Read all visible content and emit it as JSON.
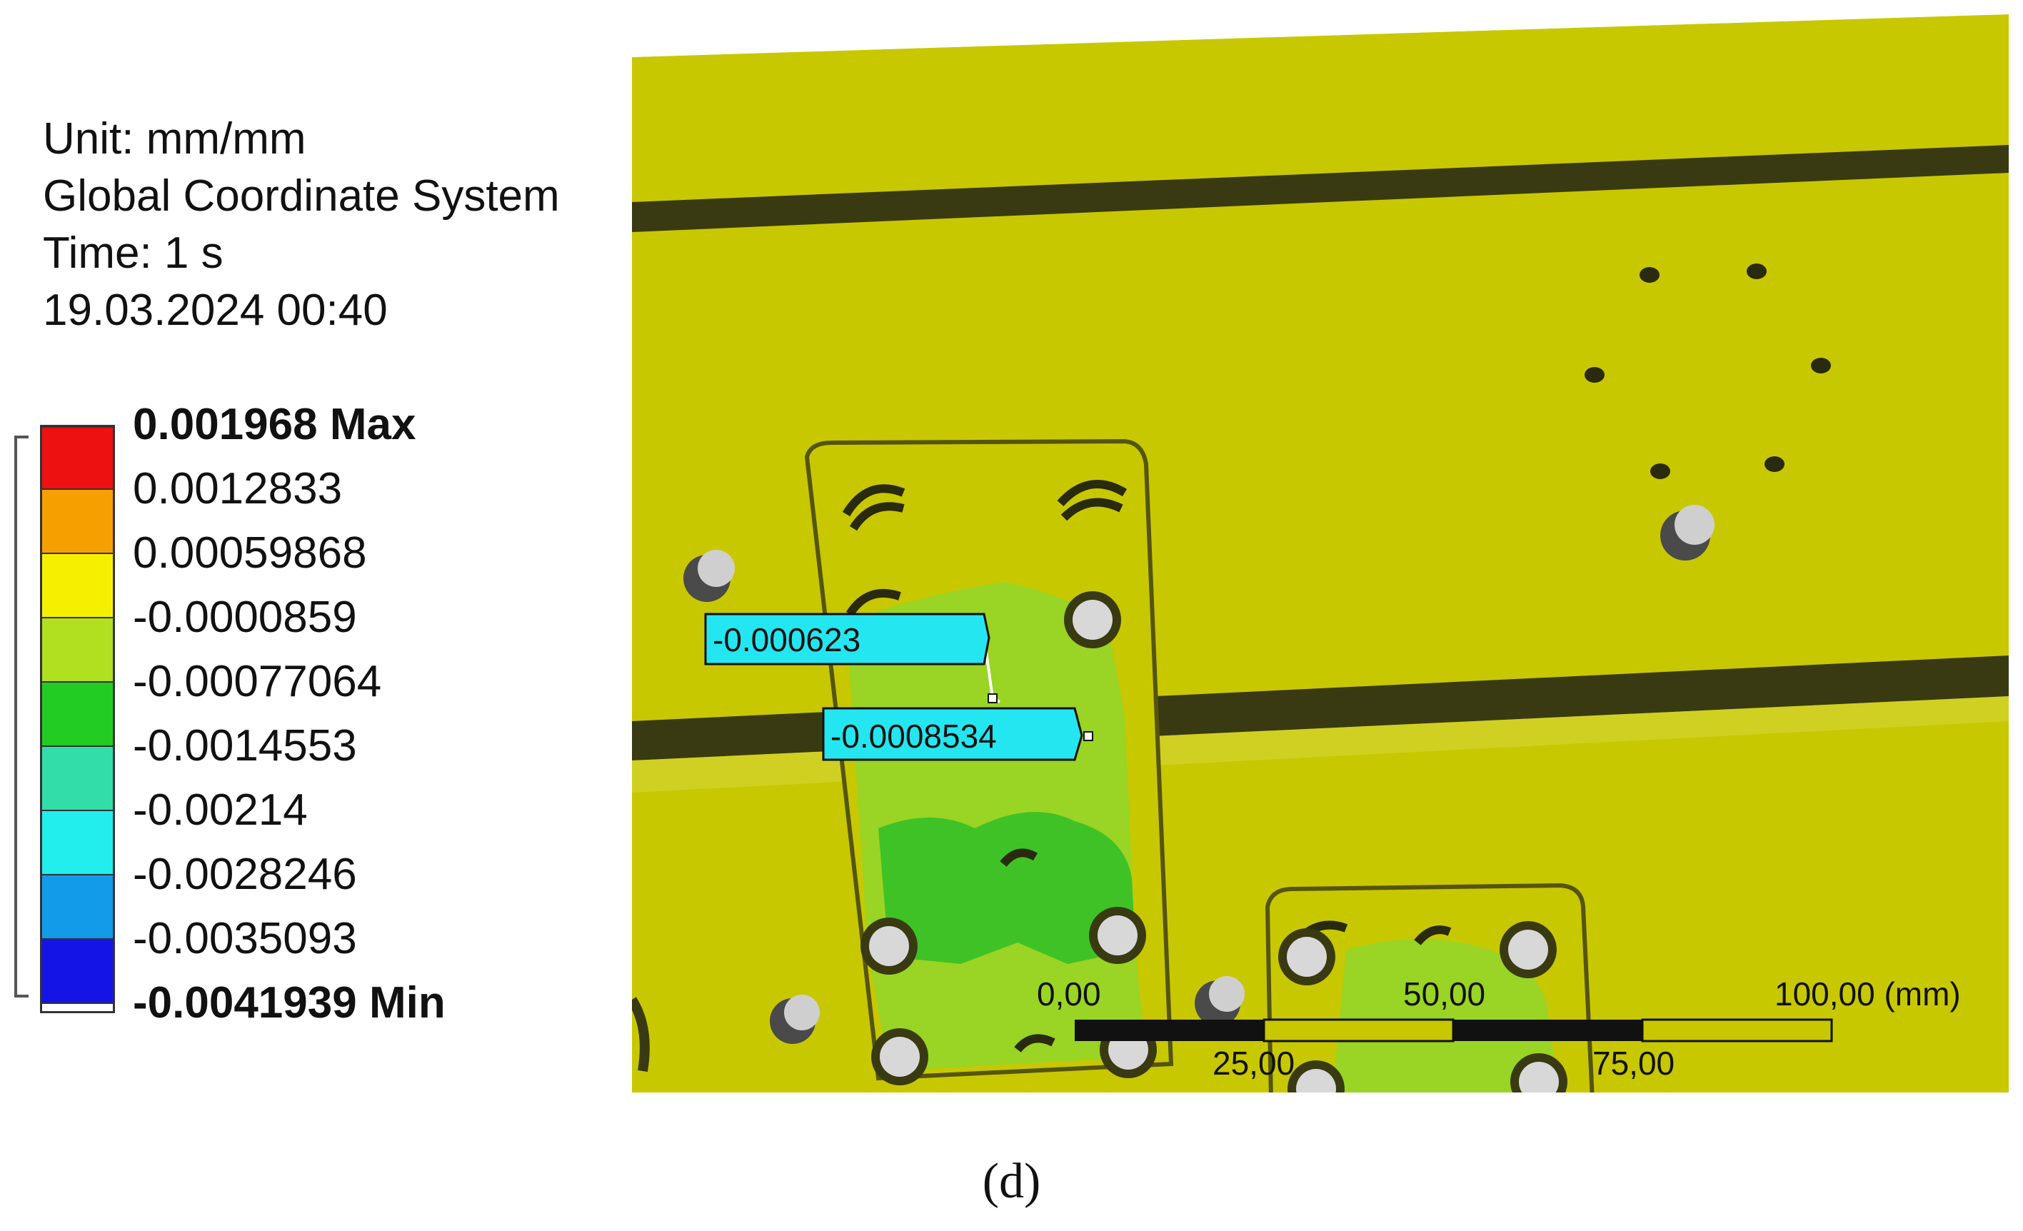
{
  "info": {
    "unit": "Unit: mm/mm",
    "coordinate_system": "Global Coordinate System",
    "time": "Time: 1 s",
    "datetime": "19.03.2024 00:40"
  },
  "legend": {
    "labels": [
      "0.001968 Max",
      "0.0012833",
      "0.00059868",
      "-0.0000859",
      "-0.00077064",
      "-0.0014553",
      "-0.00214",
      "-0.0028246",
      "-0.0035093",
      "-0.0041939 Min"
    ],
    "colors": [
      "#ee1111",
      "#f5a000",
      "#f5f000",
      "#b0e020",
      "#22cc22",
      "#33ddaa",
      "#22eeee",
      "#119be8",
      "#1414e6"
    ]
  },
  "probes": [
    {
      "label": "-0.000623"
    },
    {
      "label": "-0.0008534"
    }
  ],
  "scale_bar": {
    "top_labels": [
      "0,00",
      "50,00",
      "100,00 (mm)"
    ],
    "bottom_labels": [
      "25,00",
      "75,00"
    ]
  },
  "model_colors": {
    "plate": "#c8c800",
    "groove": "#3a3a12",
    "bracket_green": "#9ad424",
    "bracket_deep_green": "#3fc225",
    "probe_fill": "#24e6f0"
  },
  "caption": "(d)"
}
